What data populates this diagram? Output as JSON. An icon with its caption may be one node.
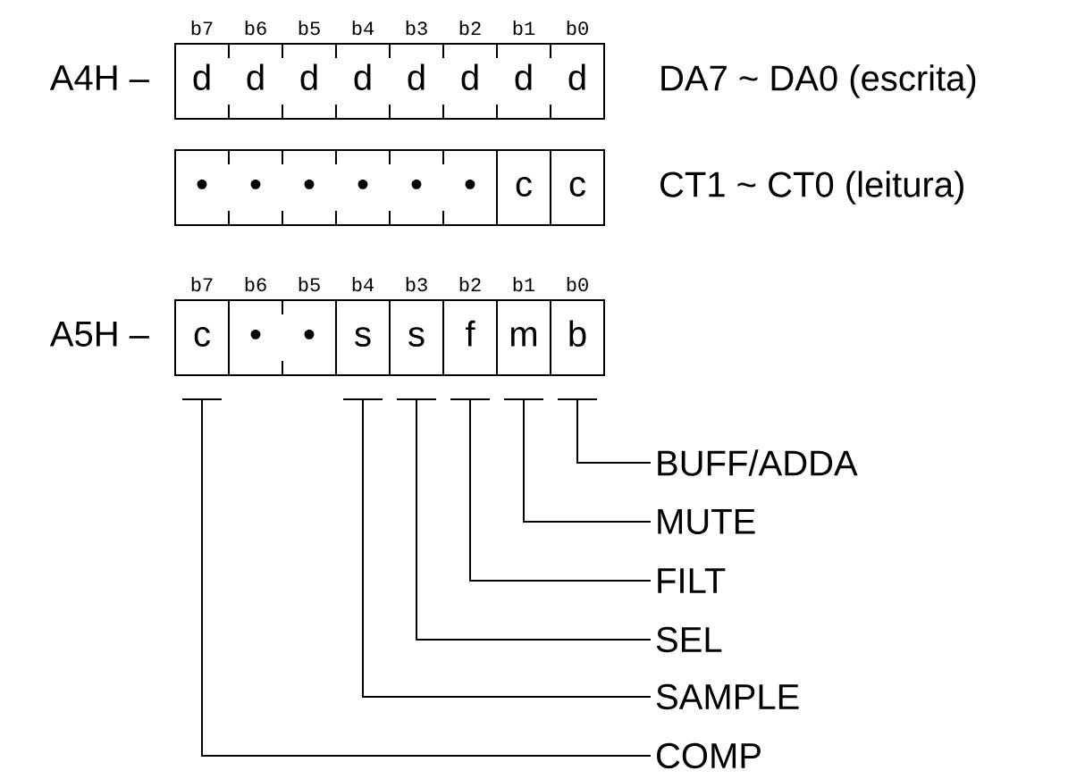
{
  "diagram": {
    "nodes": [
      {
        "text": [],
        "shape": "box",
        "beside": [
          "A4H –",
          "DA7 ~ DA0 (escrita)"
        ]
      },
      {
        "text": [
          "d"
        ],
        "in": 0,
        "beside": [
          "b7"
        ]
      },
      {
        "text": [
          "d"
        ],
        "in": 0,
        "beside": [
          "b6"
        ]
      },
      {
        "text": [
          "d"
        ],
        "in": 0,
        "beside": [
          "b5"
        ]
      },
      {
        "text": [
          "d"
        ],
        "in": 0,
        "beside": [
          "b4"
        ]
      },
      {
        "text": [
          "d"
        ],
        "in": 0,
        "beside": [
          "b3"
        ]
      },
      {
        "text": [
          "d"
        ],
        "in": 0,
        "beside": [
          "b2"
        ]
      },
      {
        "text": [
          "d"
        ],
        "in": 0,
        "beside": [
          "b1"
        ]
      },
      {
        "text": [
          "d"
        ],
        "in": 0,
        "beside": [
          "b0"
        ]
      },
      {
        "text": [],
        "shape": "box",
        "beside": [
          "CT1 ~ CT0 (leitura)"
        ]
      },
      {
        "text": [
          "•"
        ],
        "in": 9
      },
      {
        "text": [
          "•"
        ],
        "in": 9
      },
      {
        "text": [
          "•"
        ],
        "in": 9
      },
      {
        "text": [
          "•"
        ],
        "in": 9
      },
      {
        "text": [
          "•"
        ],
        "in": 9
      },
      {
        "text": [
          "•"
        ],
        "in": 9
      },
      {
        "text": [
          "c"
        ],
        "in": 9
      },
      {
        "text": [
          "c"
        ],
        "in": 9
      },
      {
        "text": [],
        "shape": "box",
        "beside": [
          "A5H –"
        ]
      },
      {
        "text": [
          "c"
        ],
        "in": 18,
        "beside": [
          "b7"
        ]
      },
      {
        "text": [
          "•"
        ],
        "in": 18,
        "beside": [
          "b6"
        ]
      },
      {
        "text": [
          "•"
        ],
        "in": 18,
        "beside": [
          "b5"
        ]
      },
      {
        "text": [
          "s"
        ],
        "in": 18,
        "beside": [
          "b4"
        ]
      },
      {
        "text": [
          "s"
        ],
        "in": 18,
        "beside": [
          "b3"
        ]
      },
      {
        "text": [
          "f"
        ],
        "in": 18,
        "beside": [
          "b2"
        ]
      },
      {
        "text": [
          "m"
        ],
        "in": 18,
        "beside": [
          "b1"
        ]
      },
      {
        "text": [
          "b"
        ],
        "in": 18,
        "beside": [
          "b0"
        ]
      },
      {
        "text": [
          "BUFF/ADDA"
        ]
      },
      {
        "text": [
          "MUTE"
        ]
      },
      {
        "text": [
          "FILT"
        ]
      },
      {
        "text": [
          "SEL"
        ]
      },
      {
        "text": [
          "SAMPLE"
        ]
      },
      {
        "text": [
          "COMP"
        ]
      }
    ],
    "edges": [
      {
        "from": 26,
        "to": 27,
        "arrow": "none"
      },
      {
        "from": 25,
        "to": 28,
        "arrow": "none"
      },
      {
        "from": 24,
        "to": 29,
        "arrow": "none"
      },
      {
        "from": 23,
        "to": 30,
        "arrow": "none"
      },
      {
        "from": 22,
        "to": 31,
        "arrow": "none"
      },
      {
        "from": 19,
        "to": 32,
        "arrow": "none"
      }
    ]
  }
}
